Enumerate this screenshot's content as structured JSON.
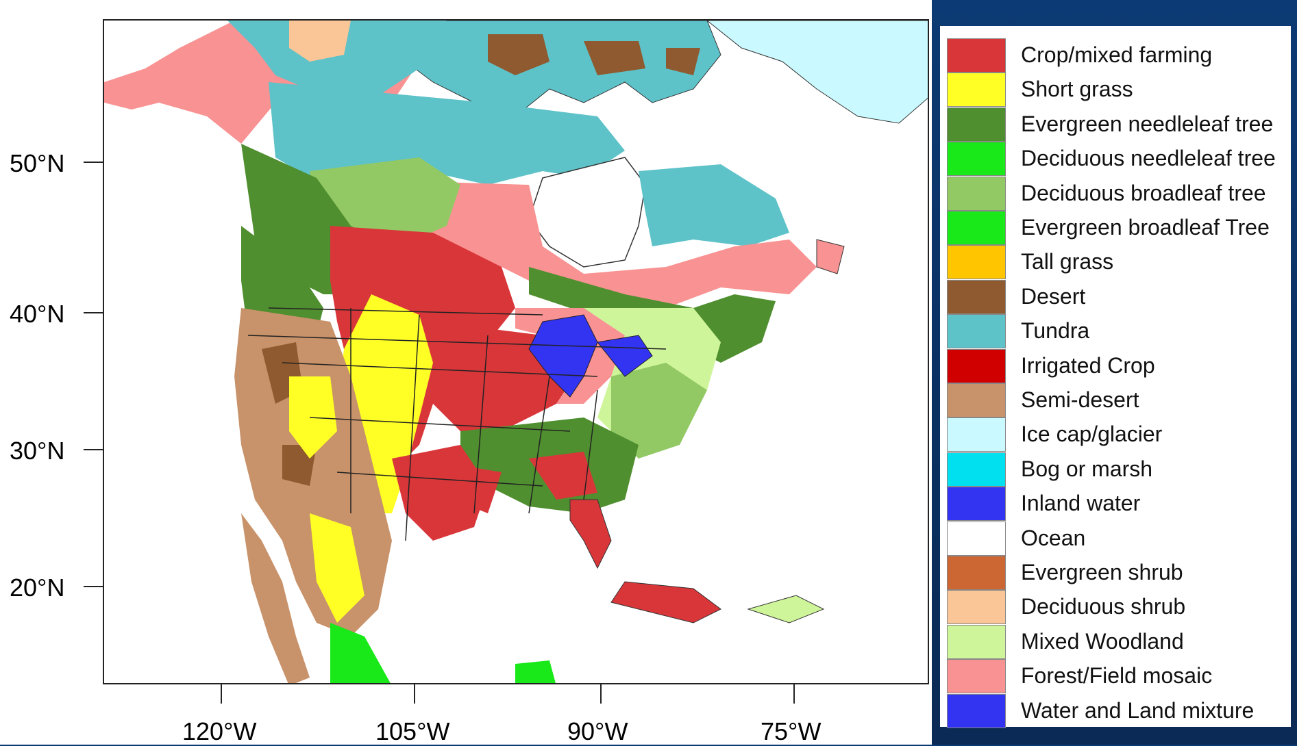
{
  "map": {
    "lat_labels": [
      "50°N",
      "40°N",
      "30°N",
      "20°N"
    ],
    "lon_labels": [
      "120°W",
      "105°W",
      "90°W",
      "75°W"
    ]
  },
  "legend": {
    "items": [
      {
        "label": "Crop/mixed farming",
        "color": "#d9363a"
      },
      {
        "label": "Short grass",
        "color": "#ffff26"
      },
      {
        "label": "Evergreen needleleaf tree",
        "color": "#4f8f2f"
      },
      {
        "label": "Deciduous needleleaf tree",
        "color": "#19e819"
      },
      {
        "label": "Deciduous broadleaf tree",
        "color": "#93c964"
      },
      {
        "label": "Evergreen broadleaf Tree",
        "color": "#19e819"
      },
      {
        "label": "Tall grass",
        "color": "#ffc600"
      },
      {
        "label": "Desert",
        "color": "#8f5a2f"
      },
      {
        "label": "Tundra",
        "color": "#5ec2c9"
      },
      {
        "label": "Irrigated Crop",
        "color": "#d10000"
      },
      {
        "label": "Semi-desert",
        "color": "#c8926a"
      },
      {
        "label": "Ice cap/glacier",
        "color": "#cafaff"
      },
      {
        "label": "Bog or marsh",
        "color": "#00e0ee"
      },
      {
        "label": "Inland water",
        "color": "#3333f2"
      },
      {
        "label": "Ocean",
        "color": "#ffffff"
      },
      {
        "label": "Evergreen shrub",
        "color": "#cc6633"
      },
      {
        "label": "Deciduous shrub",
        "color": "#fbc697"
      },
      {
        "label": "Mixed Woodland",
        "color": "#cff59a"
      },
      {
        "label": "Forest/Field mosaic",
        "color": "#f99292"
      },
      {
        "label": "Water and Land mixture",
        "color": "#3333f2"
      }
    ]
  }
}
